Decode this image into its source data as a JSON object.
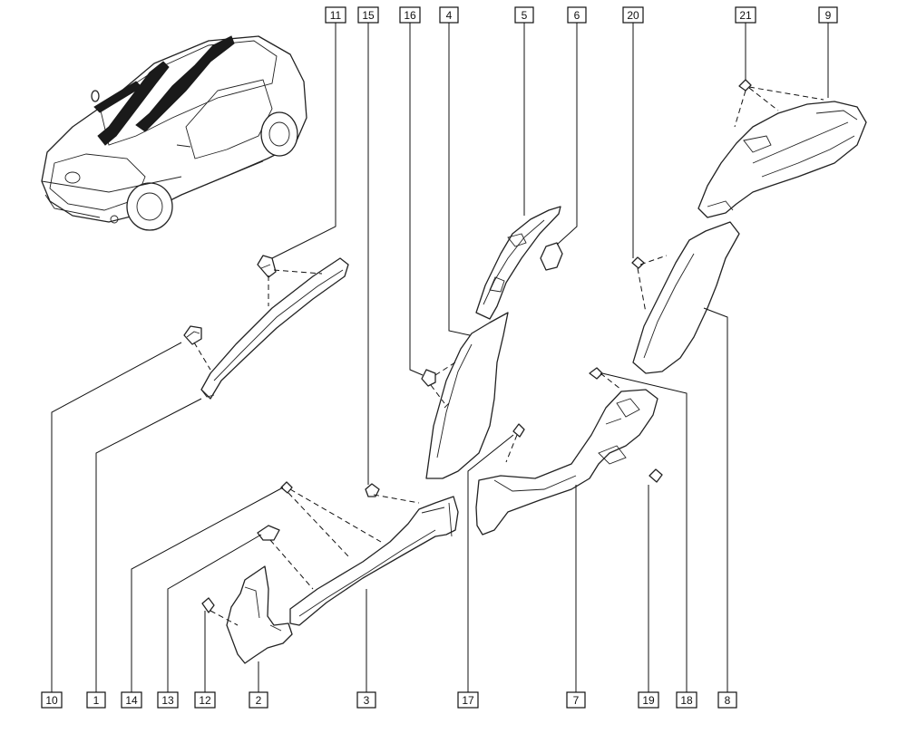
{
  "callouts": {
    "c1": "1",
    "c2": "2",
    "c3": "3",
    "c4": "4",
    "c5": "5",
    "c6": "6",
    "c7": "7",
    "c8": "8",
    "c9": "9",
    "c10": "10",
    "c11": "11",
    "c12": "12",
    "c13": "13",
    "c14": "14",
    "c15": "15",
    "c16": "16",
    "c17": "17",
    "c18": "18",
    "c19": "19",
    "c20": "20",
    "c21": "21"
  },
  "colors": {
    "line": "#222222",
    "highlight": "#1a1a1a",
    "background": "#ffffff"
  }
}
